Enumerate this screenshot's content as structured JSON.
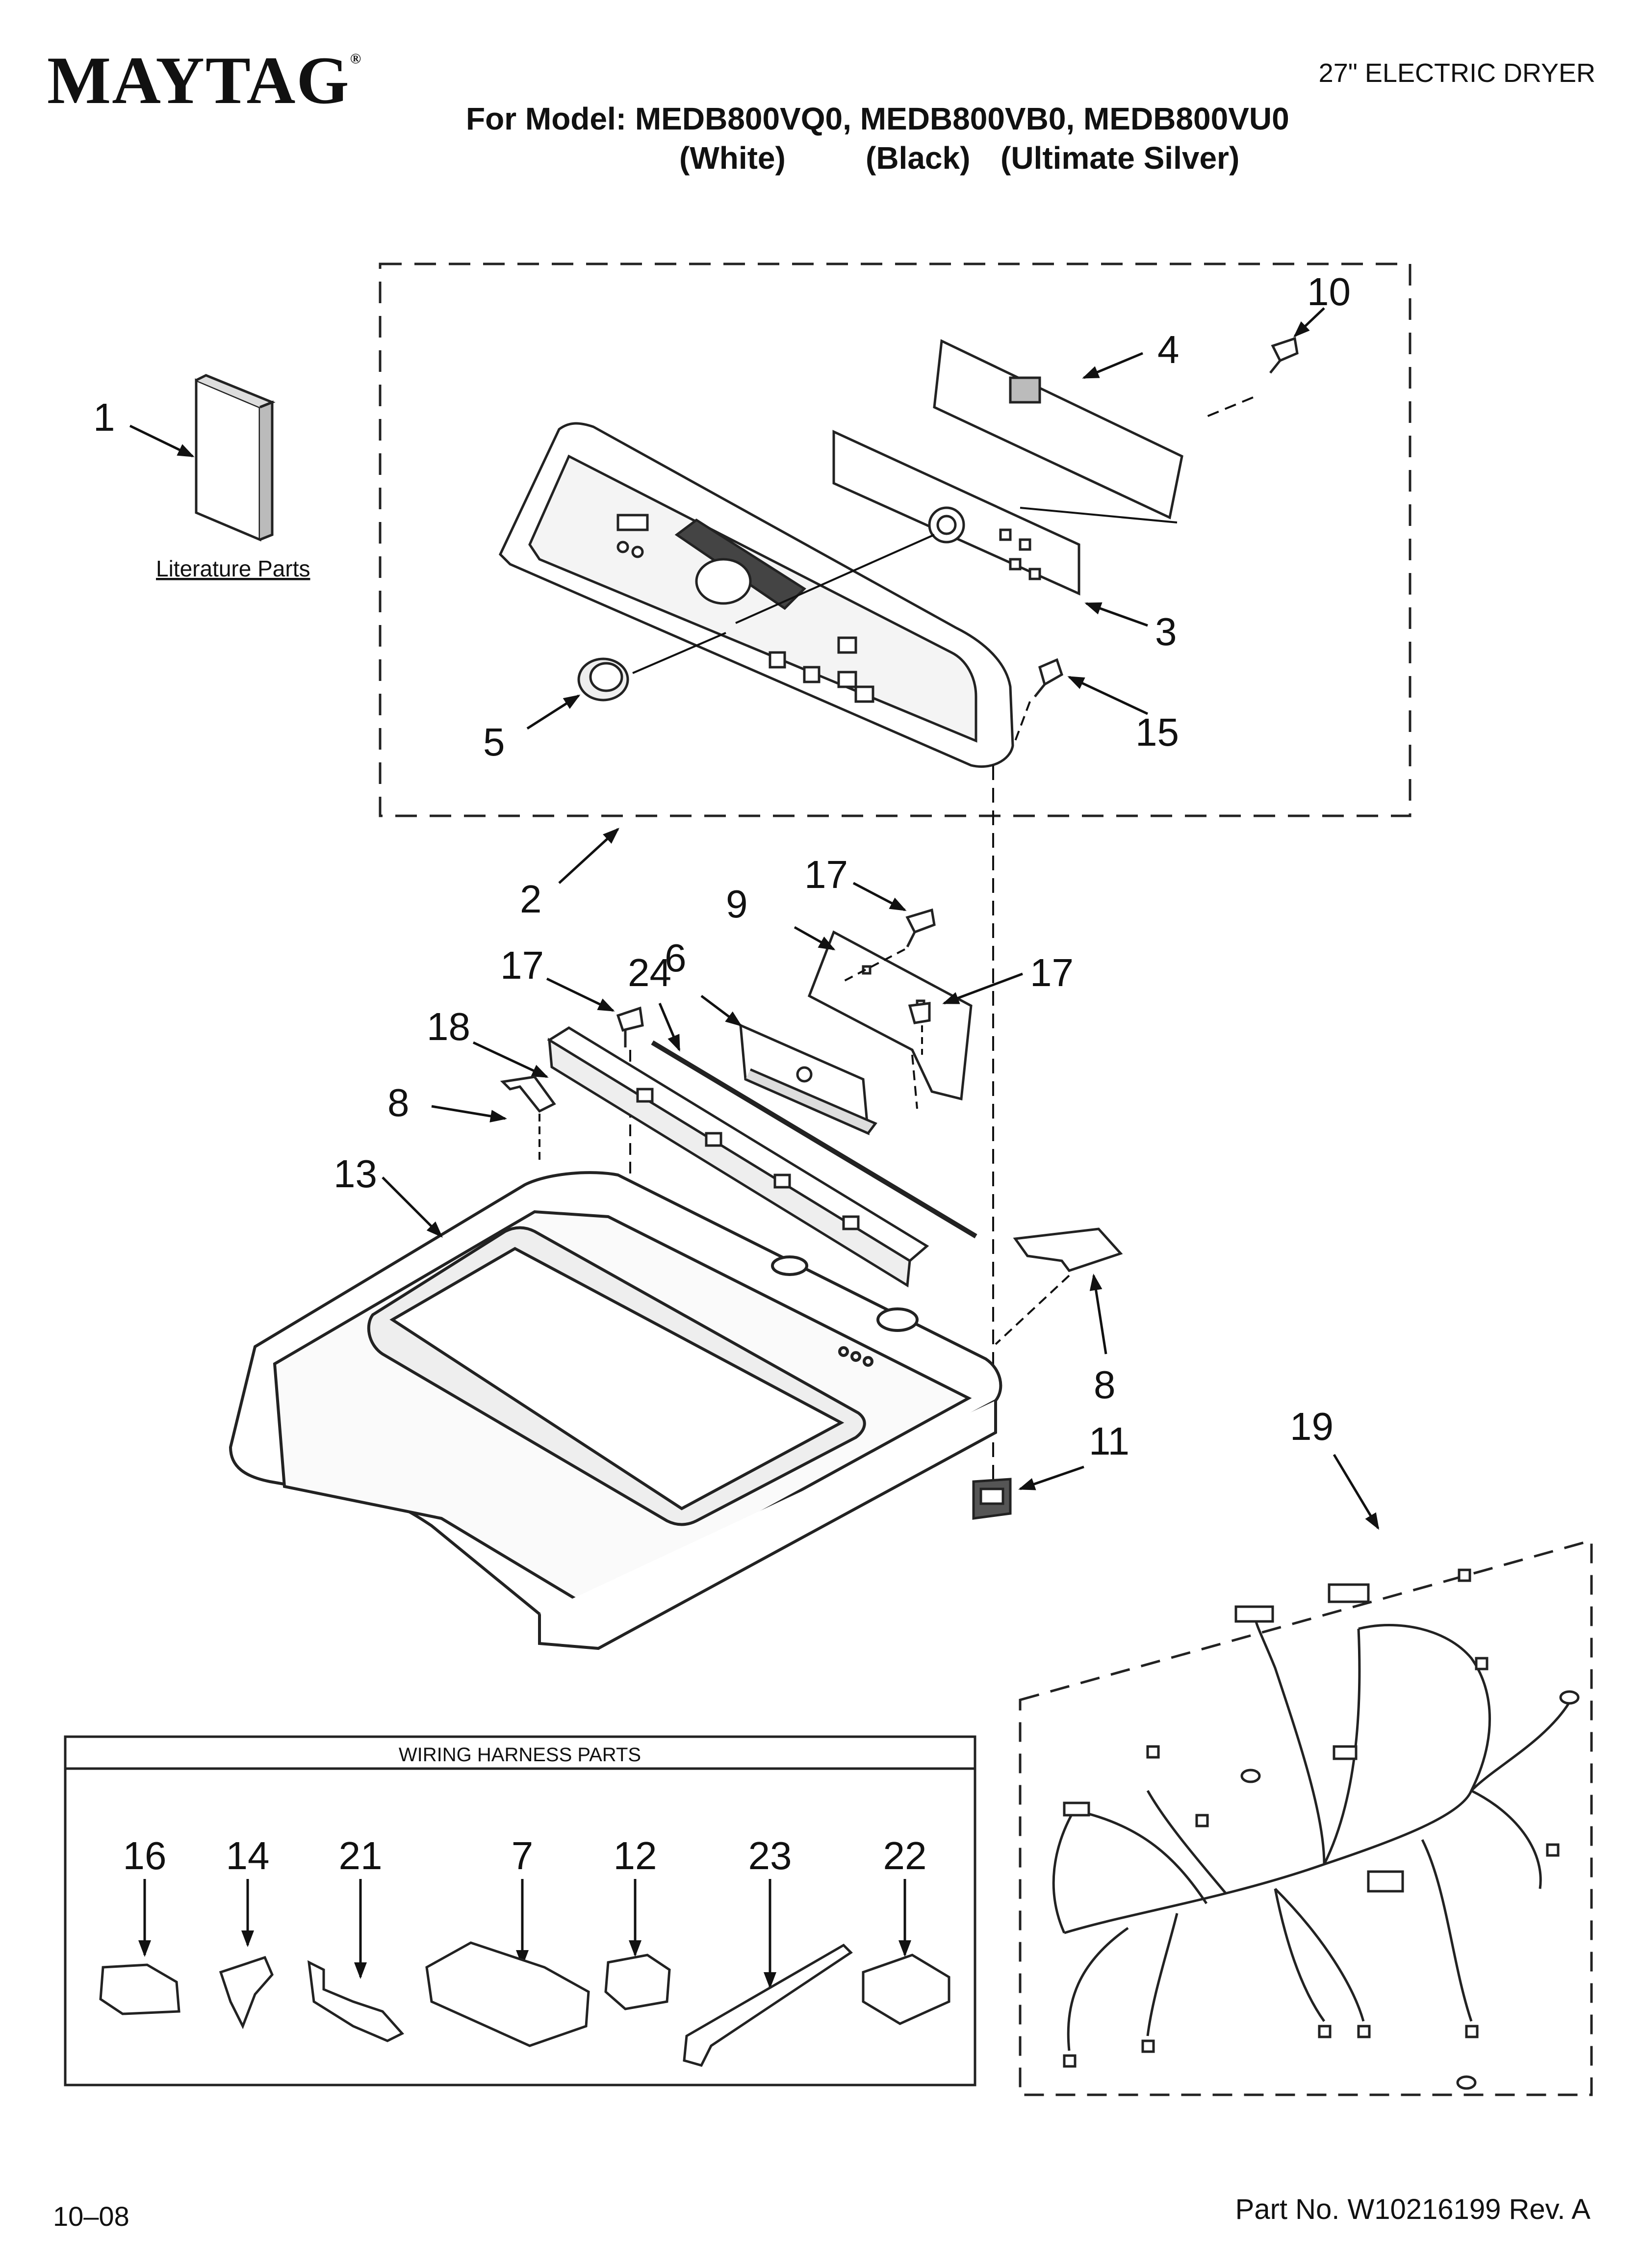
{
  "header": {
    "brand": "MAYTAG",
    "registered_mark": "®",
    "product_type": "27\" ELECTRIC DRYER",
    "model_line": "For Model: MEDB800VQ0, MEDB800VB0, MEDB800VU0",
    "colors": [
      "(White)",
      "(Black)",
      "(Ultimate Silver)"
    ]
  },
  "labels": {
    "literature": "Literature Parts",
    "wiring_title": "WIRING HARNESS PARTS"
  },
  "callouts": {
    "c1": "1",
    "c2": "2",
    "c3": "3",
    "c4": "4",
    "c5": "5",
    "c6": "6",
    "c8a": "8",
    "c8b": "8",
    "c9": "9",
    "c10": "10",
    "c11": "11",
    "c13": "13",
    "c15": "15",
    "c17a": "17",
    "c17b": "17",
    "c17c": "17",
    "c18": "18",
    "c19": "19",
    "c24": "24"
  },
  "wiring_parts": [
    "16",
    "14",
    "21",
    "7",
    "12",
    "23",
    "22"
  ],
  "footer": {
    "date": "10–08",
    "part_number": "Part No. W10216199 Rev. A"
  }
}
